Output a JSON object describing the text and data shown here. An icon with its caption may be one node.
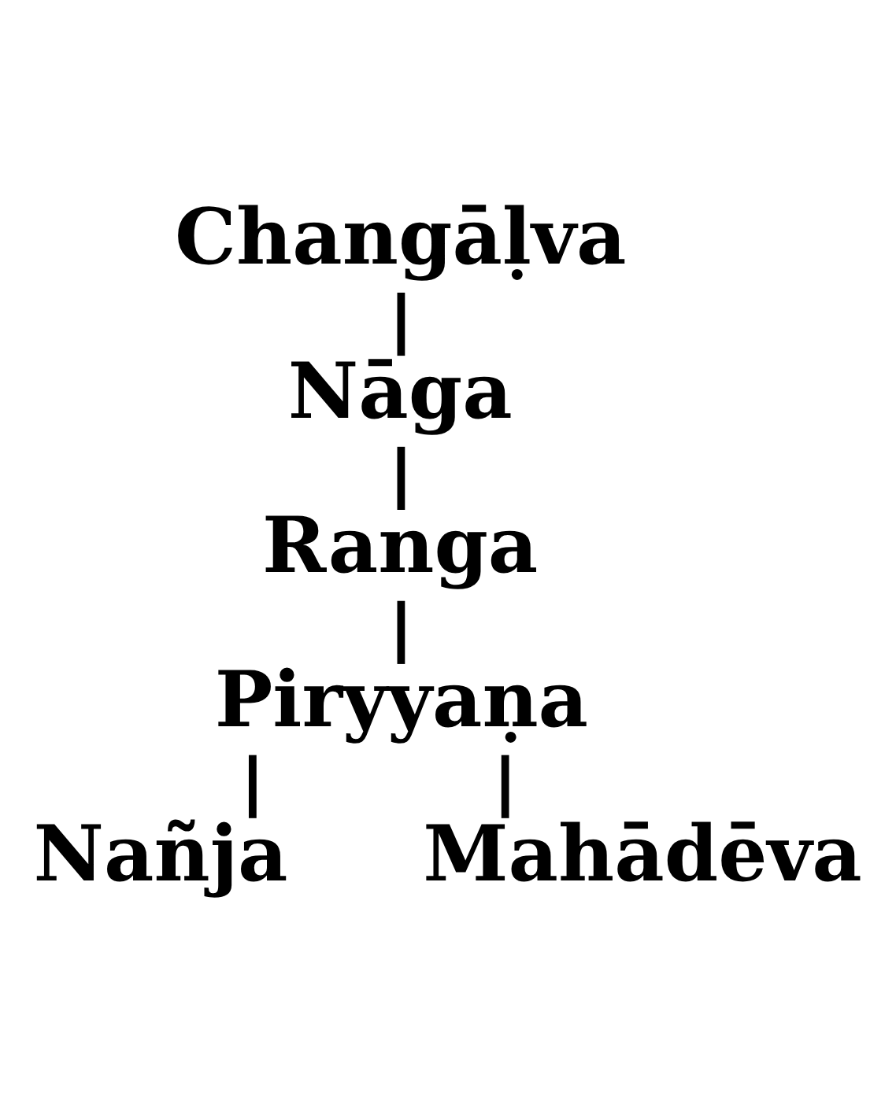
{
  "diagram": {
    "nodes": [
      {
        "text": [
          "Changāḷva"
        ]
      },
      {
        "text": [
          "Nāga"
        ]
      },
      {
        "text": [
          "Ranga"
        ]
      },
      {
        "text": [
          "Piryyaṇa"
        ]
      },
      {
        "text": [
          "Nañja"
        ]
      },
      {
        "text": [
          "Mahādēva"
        ]
      }
    ],
    "edges": [
      {
        "from": 0,
        "to": 1,
        "arrow": "none"
      },
      {
        "from": 1,
        "to": 2,
        "arrow": "none"
      },
      {
        "from": 2,
        "to": 3,
        "arrow": "none"
      },
      {
        "from": 3,
        "to": 4,
        "arrow": "none"
      },
      {
        "from": 3,
        "to": 5,
        "arrow": "none"
      }
    ]
  }
}
